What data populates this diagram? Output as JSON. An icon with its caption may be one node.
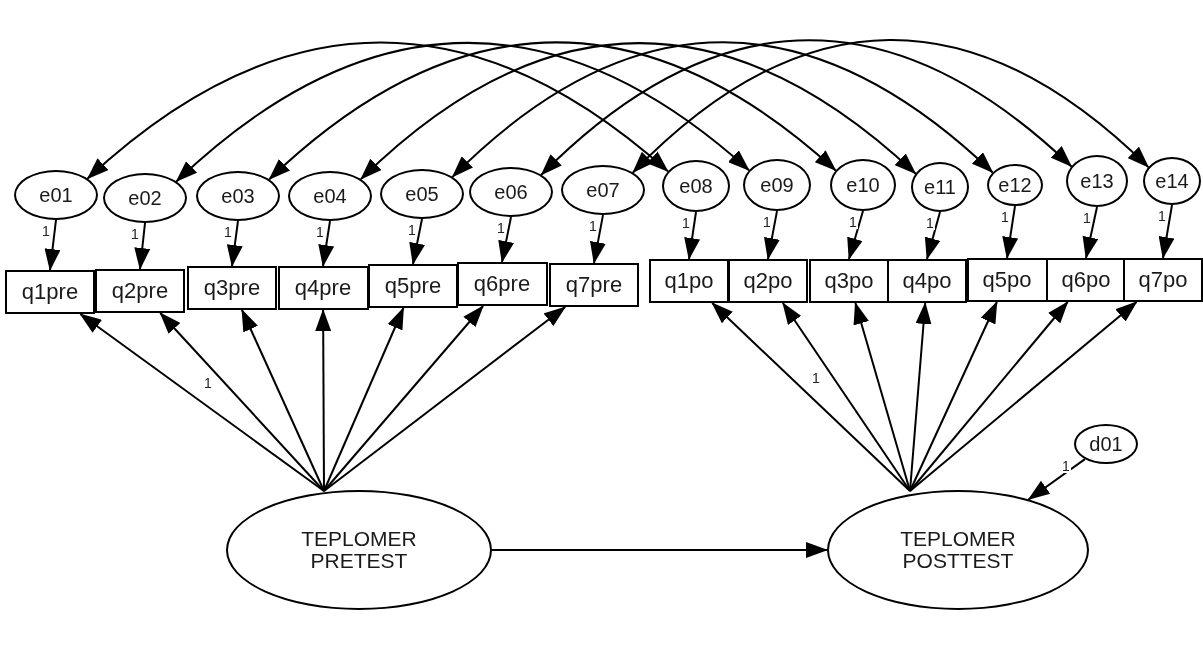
{
  "diagram": {
    "nodes": [
      {
        "text": [
          "e01"
        ]
      },
      {
        "text": [
          "e02"
        ]
      },
      {
        "text": [
          "e03"
        ]
      },
      {
        "text": [
          "e04"
        ]
      },
      {
        "text": [
          "e05"
        ]
      },
      {
        "text": [
          "e06"
        ]
      },
      {
        "text": [
          "e07"
        ]
      },
      {
        "text": [
          "e08"
        ]
      },
      {
        "text": [
          "e09"
        ]
      },
      {
        "text": [
          "e10"
        ]
      },
      {
        "text": [
          "e11"
        ]
      },
      {
        "text": [
          "e12"
        ]
      },
      {
        "text": [
          "e13"
        ]
      },
      {
        "text": [
          "e14"
        ]
      },
      {
        "text": [
          "q1pre"
        ]
      },
      {
        "text": [
          "q2pre"
        ]
      },
      {
        "text": [
          "q3pre"
        ]
      },
      {
        "text": [
          "q4pre"
        ]
      },
      {
        "text": [
          "q5pre"
        ]
      },
      {
        "text": [
          "q6pre"
        ]
      },
      {
        "text": [
          "q7pre"
        ]
      },
      {
        "text": [
          "q1po"
        ]
      },
      {
        "text": [
          "q2po"
        ]
      },
      {
        "text": [
          "q3po"
        ]
      },
      {
        "text": [
          "q4po"
        ]
      },
      {
        "text": [
          "q5po"
        ]
      },
      {
        "text": [
          "q6po"
        ]
      },
      {
        "text": [
          "q7po"
        ]
      },
      {
        "text": [
          "d01"
        ]
      },
      {
        "text": [
          "TEPLOMER PRETEST"
        ]
      },
      {
        "text": [
          "TEPLOMER POSTTEST"
        ]
      }
    ],
    "edges": [
      {
        "from": 0,
        "to": 7,
        "arrow": "both"
      },
      {
        "from": 1,
        "to": 8,
        "arrow": "both"
      },
      {
        "from": 2,
        "to": 9,
        "arrow": "both"
      },
      {
        "from": 3,
        "to": 10,
        "arrow": "both"
      },
      {
        "from": 4,
        "to": 11,
        "arrow": "both"
      },
      {
        "from": 5,
        "to": 12,
        "arrow": "both"
      },
      {
        "from": 6,
        "to": 13,
        "arrow": "both"
      },
      {
        "from": 0,
        "to": 14,
        "arrow": "to",
        "label": "1"
      },
      {
        "from": 1,
        "to": 15,
        "arrow": "to",
        "label": "1"
      },
      {
        "from": 2,
        "to": 16,
        "arrow": "to",
        "label": "1"
      },
      {
        "from": 3,
        "to": 17,
        "arrow": "to",
        "label": "1"
      },
      {
        "from": 4,
        "to": 18,
        "arrow": "to",
        "label": "1"
      },
      {
        "from": 5,
        "to": 19,
        "arrow": "to",
        "label": "1"
      },
      {
        "from": 6,
        "to": 20,
        "arrow": "to",
        "label": "1"
      },
      {
        "from": 7,
        "to": 21,
        "arrow": "to",
        "label": "1"
      },
      {
        "from": 8,
        "to": 22,
        "arrow": "to",
        "label": "1"
      },
      {
        "from": 9,
        "to": 23,
        "arrow": "to",
        "label": "1"
      },
      {
        "from": 10,
        "to": 24,
        "arrow": "to",
        "label": "1"
      },
      {
        "from": 11,
        "to": 25,
        "arrow": "to",
        "label": "1"
      },
      {
        "from": 12,
        "to": 26,
        "arrow": "to",
        "label": "1"
      },
      {
        "from": 13,
        "to": 27,
        "arrow": "to",
        "label": "1"
      },
      {
        "from": 29,
        "to": 14,
        "arrow": "to",
        "label": "1"
      },
      {
        "from": 29,
        "to": 15,
        "arrow": "to"
      },
      {
        "from": 29,
        "to": 16,
        "arrow": "to"
      },
      {
        "from": 29,
        "to": 17,
        "arrow": "to"
      },
      {
        "from": 29,
        "to": 18,
        "arrow": "to"
      },
      {
        "from": 29,
        "to": 19,
        "arrow": "to"
      },
      {
        "from": 29,
        "to": 20,
        "arrow": "to"
      },
      {
        "from": 30,
        "to": 21,
        "arrow": "to",
        "label": "1"
      },
      {
        "from": 30,
        "to": 22,
        "arrow": "to"
      },
      {
        "from": 30,
        "to": 23,
        "arrow": "to"
      },
      {
        "from": 30,
        "to": 24,
        "arrow": "to"
      },
      {
        "from": 30,
        "to": 25,
        "arrow": "to"
      },
      {
        "from": 30,
        "to": 26,
        "arrow": "to"
      },
      {
        "from": 30,
        "to": 27,
        "arrow": "to"
      },
      {
        "from": 29,
        "to": 30,
        "arrow": "to"
      },
      {
        "from": 28,
        "to": 30,
        "arrow": "to",
        "label": "1"
      }
    ]
  }
}
